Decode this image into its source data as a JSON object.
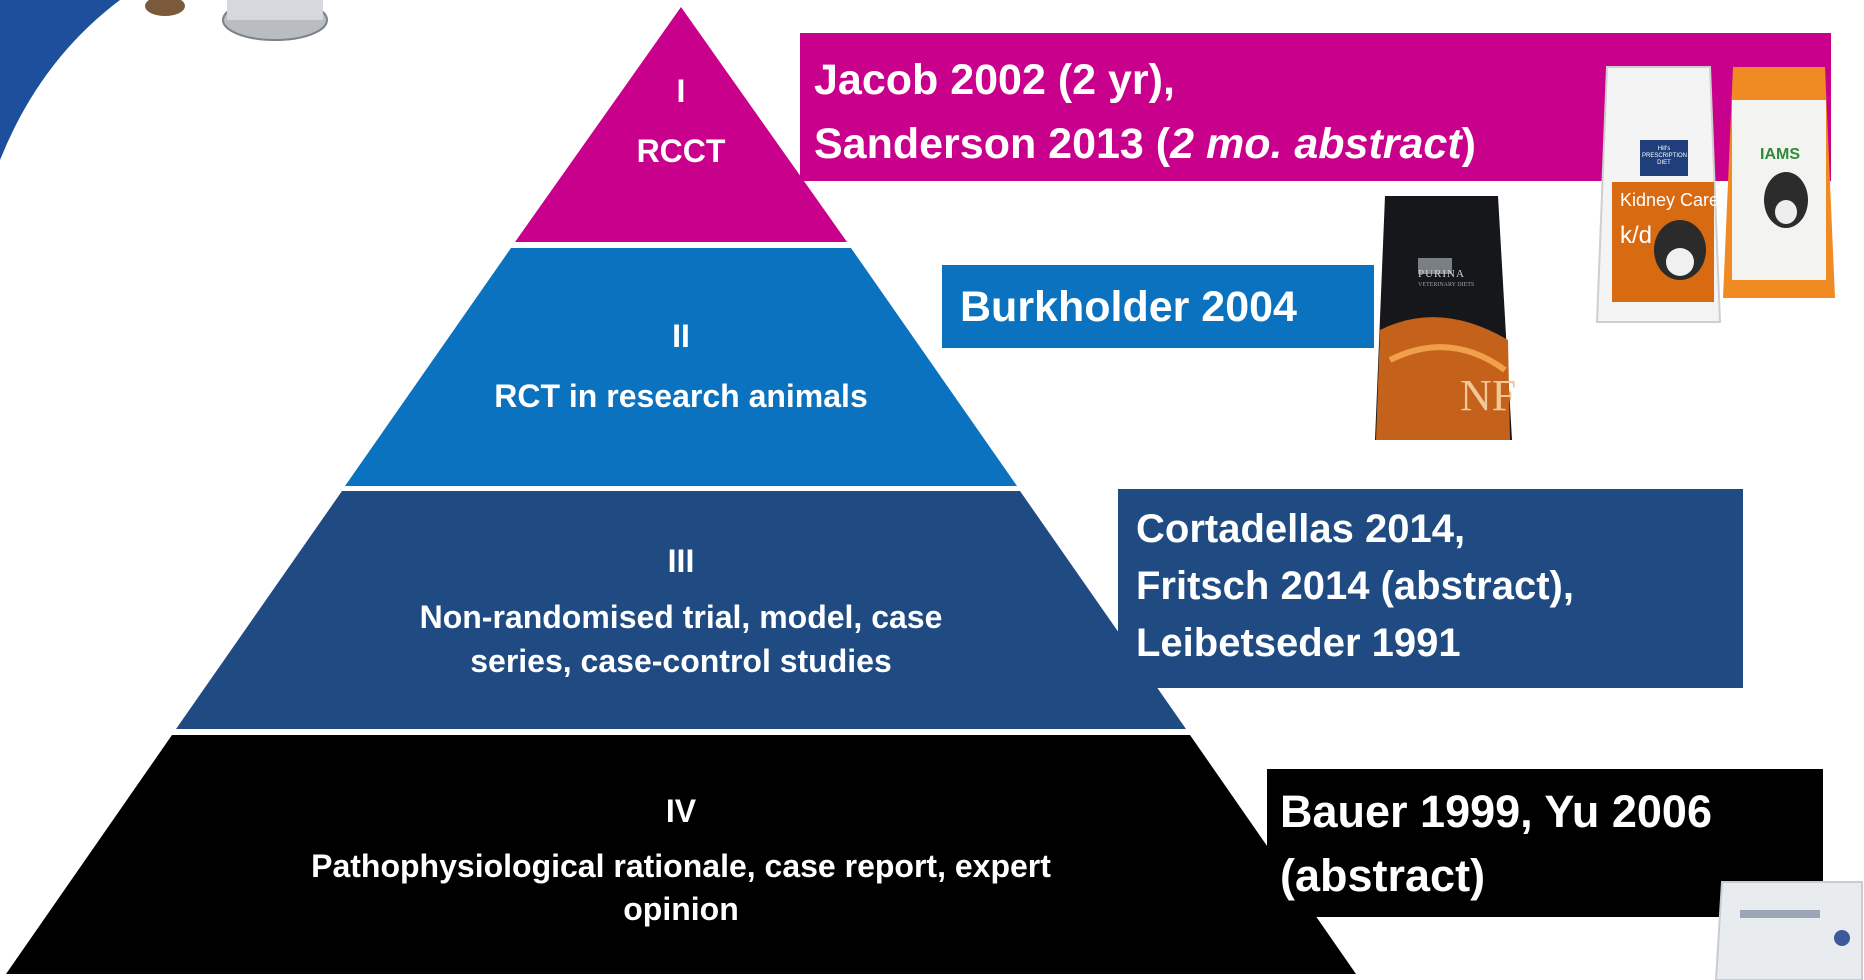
{
  "pyramid": {
    "levels": [
      {
        "numeral": "I",
        "title": "RCCT"
      },
      {
        "numeral": "II",
        "title": "RCT in research animals"
      },
      {
        "numeral": "III",
        "title_lines": [
          "Non-randomised trial, model, case",
          "series, case-control studies"
        ]
      },
      {
        "numeral": "IV",
        "title_lines": [
          "Pathophysiological rationale, case report, expert",
          "opinion"
        ]
      }
    ]
  },
  "evidence_boxes": {
    "level1": {
      "line1": "Jacob 2002 (2 yr),",
      "line2_prefix": "Sanderson 2013 (",
      "line2_italic": "2 mo. abstract",
      "line2_suffix": ")"
    },
    "level2": {
      "line1": "Burkholder 2004"
    },
    "level3": {
      "lines": [
        "Cortadellas 2014,",
        "Fritsch 2014 (abstract),",
        "Leibetseder 1991"
      ]
    },
    "level4": {
      "lines": [
        "Bauer 1999, Yu 2006",
        "(abstract)"
      ]
    }
  },
  "product_images": {
    "purina": {
      "brand": "PURINA",
      "sub": "VETERINARY DIETS",
      "code": "NF"
    },
    "hills": {
      "brand": "Hill's PRESCRIPTION DIET",
      "name": "Kidney Care",
      "code": "k/d"
    },
    "iams": {
      "brand": "IAMS"
    }
  },
  "colors": {
    "level1": "#c8008c",
    "level2": "#0b72bf",
    "level3": "#1f4a82",
    "level4": "#000000",
    "corner_accent": "#1d4f9c"
  }
}
